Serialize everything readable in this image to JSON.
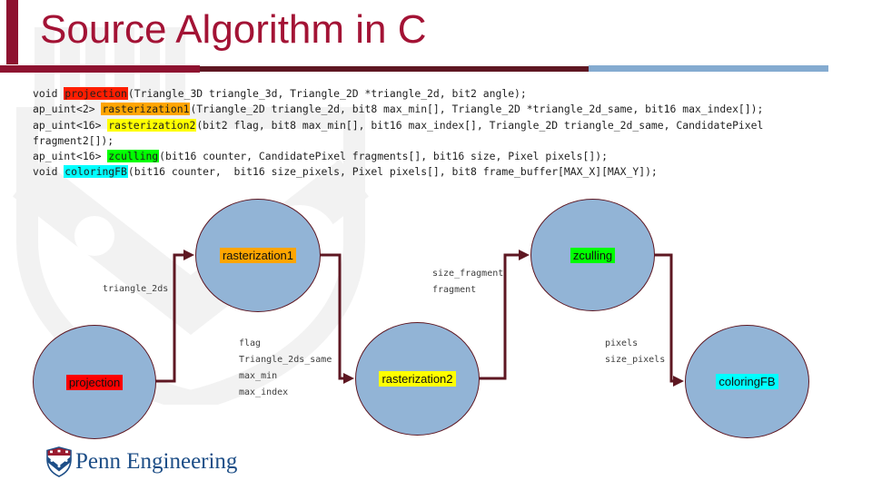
{
  "slide": {
    "title": "Source Algorithm in C"
  },
  "colors": {
    "title": "#a31335",
    "accent_maroon": "#5e1722",
    "accent_red_bar": "#8e1230",
    "accent_blue_bar": "#84abd0",
    "node_fill": "#92b4d6",
    "node_border": "#5e1722",
    "highlight_red": "#ff1e00",
    "highlight_orange": "#ffa500",
    "highlight_yellow": "#ffff00",
    "highlight_green": "#00ff00",
    "highlight_cyan": "#00ffff"
  },
  "code": {
    "lines": [
      {
        "segments": [
          {
            "text": "void "
          },
          {
            "text": "projection",
            "bg": "#ff1e00"
          },
          {
            "text": "(Triangle_3D triangle_3d, Triangle_2D *triangle_2d, bit2 angle);"
          }
        ]
      },
      {
        "segments": [
          {
            "text": "ap_uint<2> "
          },
          {
            "text": "rasterization1",
            "bg": "#ffa500"
          },
          {
            "text": "(Triangle_2D triangle_2d, bit8 max_min[], Triangle_2D *triangle_2d_same, bit16 max_index[]);"
          }
        ]
      },
      {
        "segments": [
          {
            "text": "ap_uint<16> "
          },
          {
            "text": "rasterization2",
            "bg": "#ffff00"
          },
          {
            "text": "(bit2 flag, bit8 max_min[], bit16 max_index[], Triangle_2D triangle_2d_same, CandidatePixel"
          }
        ]
      },
      {
        "segments": [
          {
            "text": "fragment2[]);"
          }
        ]
      },
      {
        "segments": [
          {
            "text": "ap_uint<16> "
          },
          {
            "text": "zculling",
            "bg": "#00ff00"
          },
          {
            "text": "(bit16 counter, CandidatePixel fragments[], bit16 size, Pixel pixels[]);"
          }
        ]
      },
      {
        "segments": [
          {
            "text": "void "
          },
          {
            "text": "coloringFB",
            "bg": "#00ffff"
          },
          {
            "text": "(bit16 counter,  bit16 size_pixels, Pixel pixels[], bit8 frame_buffer[MAX_X][MAX_Y]);"
          }
        ]
      }
    ]
  },
  "diagram": {
    "nodes": [
      {
        "id": "projection",
        "label": "projection",
        "highlight": "#ff0000"
      },
      {
        "id": "rasterization1",
        "label": "rasterization1",
        "highlight": "#ffa500"
      },
      {
        "id": "rasterization2",
        "label": "rasterization2",
        "highlight": "#ffff00"
      },
      {
        "id": "zculling",
        "label": "zculling",
        "highlight": "#00ff00"
      },
      {
        "id": "coloringFB",
        "label": "coloringFB",
        "highlight": "#00ffff"
      }
    ],
    "edge_labels": {
      "projection_to_rasterization1": [
        "triangle_2ds"
      ],
      "rasterization1_to_rasterization2": [
        "flag",
        "Triangle_2ds_same",
        "max_min",
        "max_index"
      ],
      "rasterization2_to_zculling": [
        "size_fragment",
        "fragment"
      ],
      "zculling_to_coloringFB": [
        "pixels",
        "size_pixels"
      ]
    }
  },
  "footer": {
    "logo_text": "Penn Engineering"
  }
}
